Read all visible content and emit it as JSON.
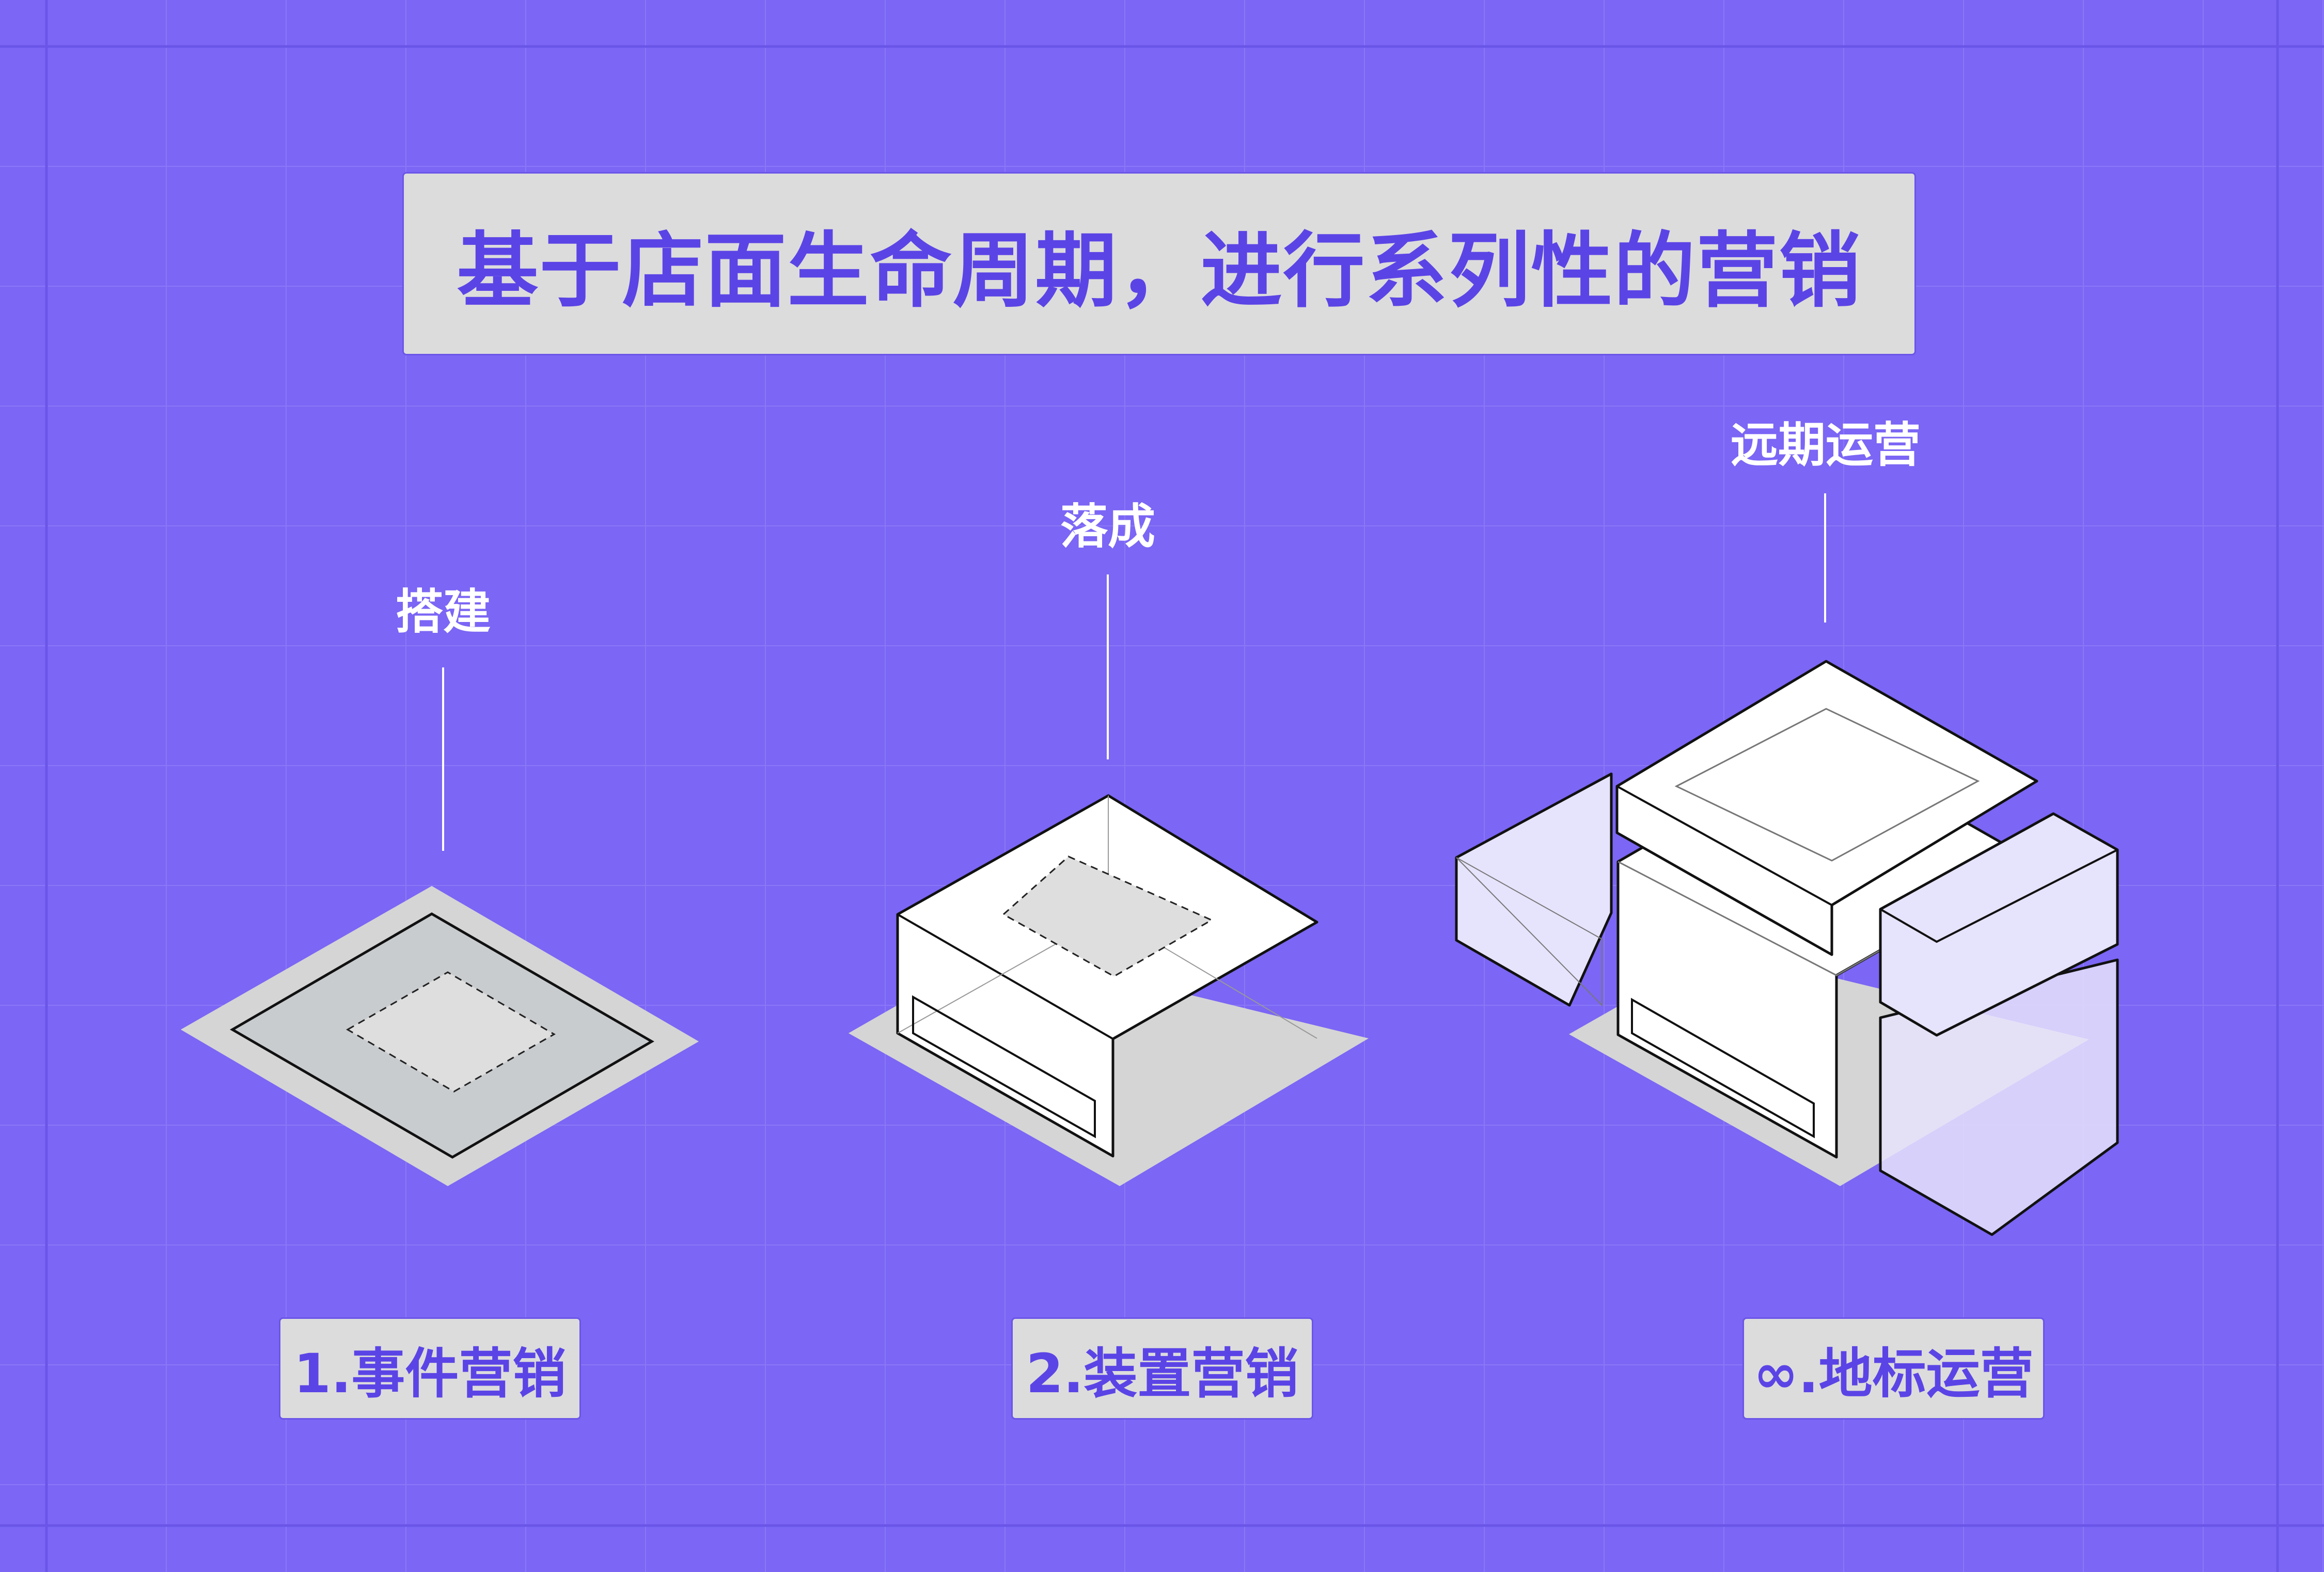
{
  "title": "基于店面生命周期，进行系列性的营销",
  "stages": [
    {
      "label": "搭建"
    },
    {
      "label": "落成"
    },
    {
      "label": "远期运营"
    }
  ],
  "steps": [
    {
      "label": "1.事件营销"
    },
    {
      "label": "2.装置营销"
    },
    {
      "label": "∞.地标运营"
    }
  ],
  "colors": {
    "background": "#7b66f5",
    "panel": "#dcdcdc",
    "accent_text": "#5b44e6",
    "shadow": "#d5d5d5",
    "block_face": "#ffffff",
    "translucent_face": "#e6e3fc"
  }
}
